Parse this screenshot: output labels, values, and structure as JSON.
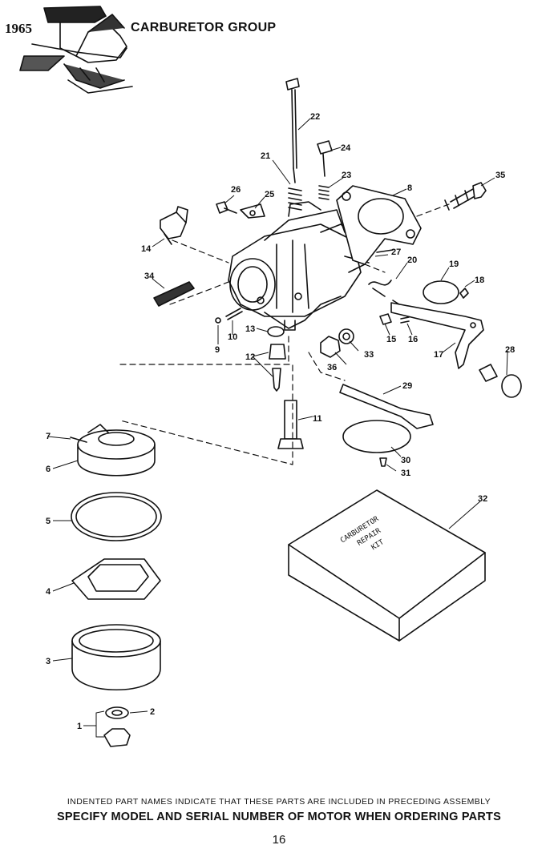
{
  "header": {
    "year": "1965",
    "title": "CARBURETOR GROUP"
  },
  "kit_label": [
    "CARBURETOR",
    "REPAIR",
    "KIT"
  ],
  "part_callouts": [
    "1",
    "2",
    "3",
    "4",
    "5",
    "6",
    "7",
    "8",
    "9",
    "10",
    "11",
    "12",
    "13",
    "14",
    "15",
    "16",
    "17",
    "18",
    "19",
    "20",
    "21",
    "22",
    "23",
    "24",
    "25",
    "26",
    "27",
    "28",
    "29",
    "30",
    "31",
    "32",
    "33",
    "34",
    "35",
    "36"
  ],
  "footer": {
    "note": "INDENTED PART NAMES INDICATE THAT THESE PARTS ARE INCLUDED IN PRECEDING ASSEMBLY",
    "instruction": "SPECIFY MODEL AND SERIAL NUMBER OF MOTOR WHEN ORDERING PARTS",
    "page_number": "16"
  }
}
